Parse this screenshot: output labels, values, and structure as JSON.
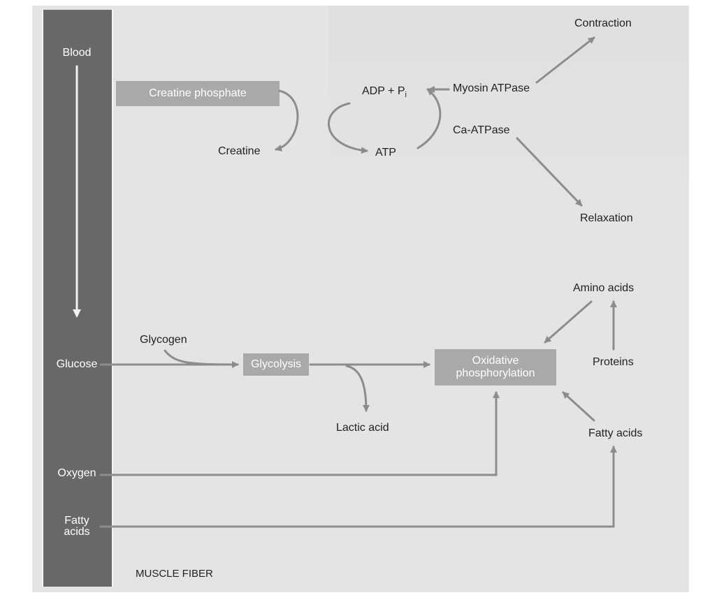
{
  "diagram": {
    "colors": {
      "panel": "#e4e4e3",
      "blood_column": "#686868",
      "box_fill": "#a9a9a9",
      "box_text": "#ffffff",
      "arrow": "#8c8c8c",
      "text": "#222222"
    },
    "column_labels": {
      "blood": "Blood",
      "glucose": "Glucose",
      "oxygen": "Oxygen",
      "fatty_acids_line1": "Fatty",
      "fatty_acids_line2": "acids"
    },
    "boxes": {
      "creatine_phosphate": "Creatine phosphate",
      "glycolysis": "Glycolysis",
      "oxidative_line1": "Oxidative",
      "oxidative_line2": "phosphorylation"
    },
    "labels": {
      "contraction": "Contraction",
      "adp": "ADP + P",
      "adp_subscript": "i",
      "myosin_atpase": "Myosin ATPase",
      "creatine": "Creatine",
      "atp": "ATP",
      "ca_atpase": "Ca-ATPase",
      "relaxation": "Relaxation",
      "amino_acids": "Amino acids",
      "glycogen": "Glycogen",
      "proteins": "Proteins",
      "lactic_acid": "Lactic acid",
      "fatty_acids": "Fatty acids",
      "muscle_fiber": "MUSCLE FIBER"
    }
  }
}
